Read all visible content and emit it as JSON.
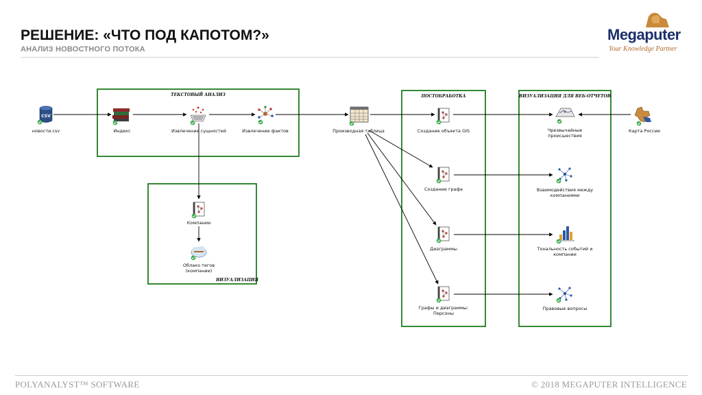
{
  "header": {
    "title": "РЕШЕНИЕ: «ЧТО ПОД КАПОТОМ?»",
    "subtitle": "АНАЛИЗ НОВОСТНОГО ПОТОКА"
  },
  "logo": {
    "wordmark": "Megaputer",
    "tagline": "Your Knowledge Partner"
  },
  "groups": {
    "text_analysis": "ТЕКСТОВЫЙ АНАЛИЗ",
    "visualization": "ВИЗУАЛИЗАЦИЯ",
    "postprocessing": "ПОСТОБРАБОТКА",
    "web_reports": "ВИЗУАЛИЗАЦИЯ ДЛЯ ВЕБ-ОТЧЕТОВ"
  },
  "nodes": {
    "csv_badge": "CSV",
    "news_csv": "новости.csv",
    "index": "Индекс",
    "entity_extraction": "Извлечение сущностей",
    "fact_extraction": "Извлечение фактов",
    "derived_table": "Производная таблица",
    "companies": "Компании",
    "tag_cloud_l1": "Облако тегов",
    "tag_cloud_l2": "(компании)",
    "gis_object": "Создание объекта GIS",
    "graph_creation": "Создание графа",
    "charts": "Диаграммы",
    "graphs_persons_l1": "Графы и диаграммы:",
    "graphs_persons_l2": "Персоны",
    "emergencies_l1": "Чрезвычайные",
    "emergencies_l2": "происшествия",
    "interactions_l1": "Взаимодействия между",
    "interactions_l2": "компаниями",
    "sentiment_l1": "Тональность событий и",
    "sentiment_l2": "компании",
    "legal_issues": "Правовые вопросы",
    "russia_map": "Карта России"
  },
  "footer": {
    "left": "POLYANALYST™ SOFTWARE",
    "right": "© 2018 MEGAPUTER INTELLIGENCE"
  },
  "colors": {
    "group_border": "#1e7b1e",
    "check": "#3aa84a",
    "logo_blue": "#1b2f6b",
    "logo_orange": "#b06a2a"
  }
}
